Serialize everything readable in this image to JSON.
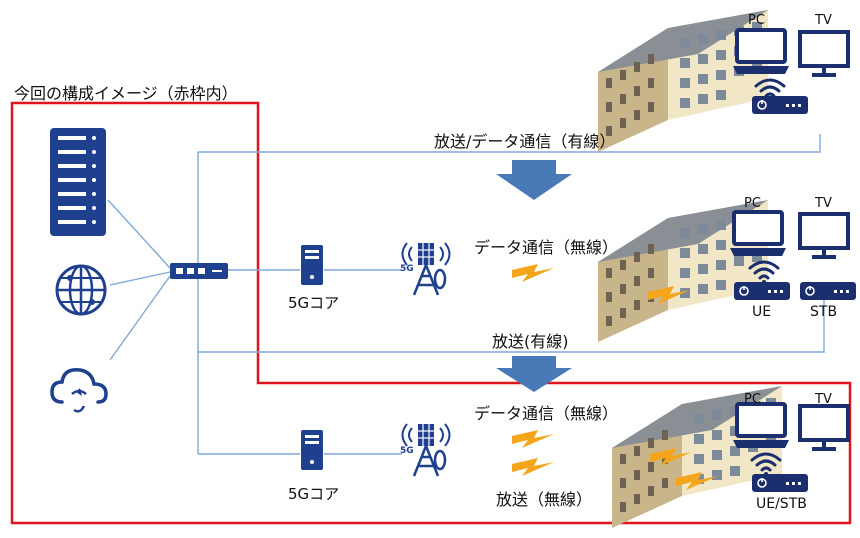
{
  "scope_label": "今回の構成イメージ（赤枠内）",
  "stage1": {
    "link_label": "放送/データ通信（有線）",
    "pc": "PC",
    "tv": "TV"
  },
  "stage2": {
    "core_label": "5Gコア",
    "tower_badge": "5G",
    "wireless_label": "データ通信（無線）",
    "wired_label": "放送(有線)",
    "pc": "PC",
    "tv": "TV",
    "ue": "UE",
    "stb": "STB"
  },
  "stage3": {
    "core_label": "5Gコア",
    "tower_badge": "5G",
    "wireless_label": "データ通信（無線）",
    "broadcast_label": "放送（無線）",
    "pc": "PC",
    "tv": "TV",
    "ue_stb": "UE/STB"
  },
  "colors": {
    "scope_frame": "#e0151b",
    "network_blue": "#1f3f8f",
    "link_line": "#7faad8",
    "flow_arrow": "#4a79b8",
    "lightning": "#f4a51c",
    "building": "#f1e6c6"
  }
}
